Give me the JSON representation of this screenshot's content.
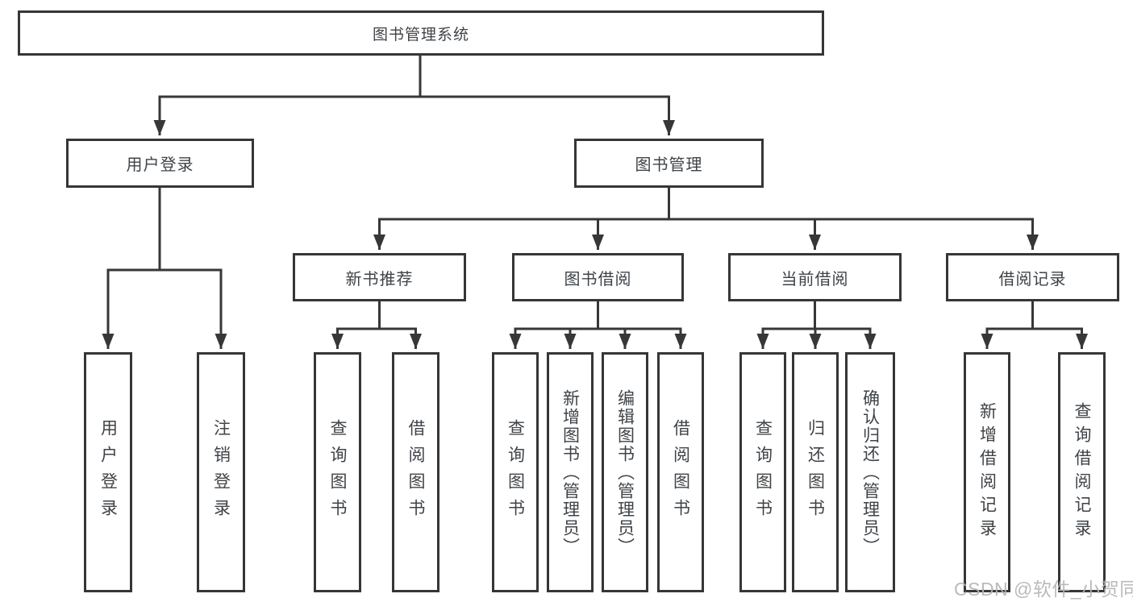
{
  "colors": {
    "line": "#373737",
    "box_border": "#363636",
    "text": "#3f4347",
    "watermark": "#b4b4b4",
    "background": "#ffffff"
  },
  "tree": {
    "label": "图书管理系统",
    "children": [
      {
        "label": "用户登录",
        "children": [
          {
            "label": "用户登录"
          },
          {
            "label": "注销登录"
          }
        ]
      },
      {
        "label": "图书管理",
        "children": [
          {
            "label": "新书推荐",
            "children": [
              {
                "label": "查询图书"
              },
              {
                "label": "借阅图书"
              }
            ]
          },
          {
            "label": "图书借阅",
            "children": [
              {
                "label": "查询图书"
              },
              {
                "label": "新增图书（管理员）"
              },
              {
                "label": "编辑图书（管理员）"
              },
              {
                "label": "借阅图书"
              }
            ]
          },
          {
            "label": "当前借阅",
            "children": [
              {
                "label": "查询图书"
              },
              {
                "label": "归还图书"
              },
              {
                "label": "确认归还（管理员）"
              }
            ]
          },
          {
            "label": "借阅记录",
            "children": [
              {
                "label": "新增借阅记录"
              },
              {
                "label": "查询借阅记录"
              }
            ]
          }
        ]
      }
    ]
  },
  "watermark": {
    "text": "CSDN @软件_小贺同学"
  }
}
